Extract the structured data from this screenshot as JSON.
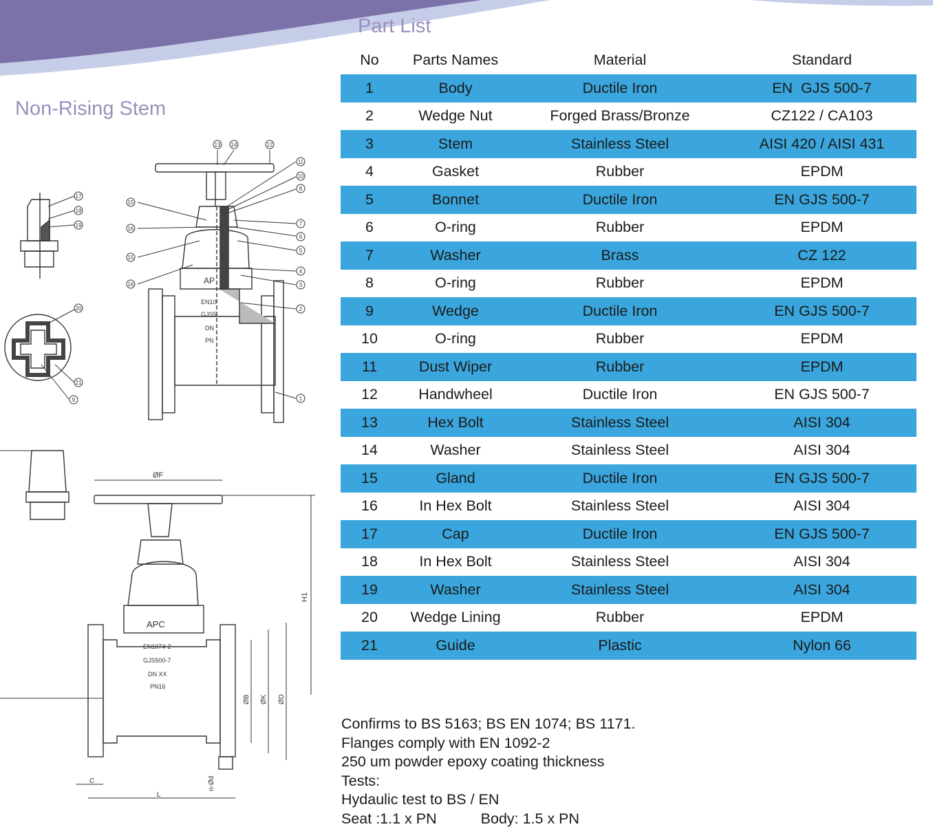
{
  "left_title": "Non-Rising Stem",
  "table": {
    "title": "Part List",
    "headers": [
      "No",
      "Parts Names",
      "Material",
      "Standard"
    ],
    "rows": [
      {
        "no": "1",
        "name": "Body",
        "material": "Ductile Iron",
        "standard": "EN  GJS 500-7"
      },
      {
        "no": "2",
        "name": "Wedge Nut",
        "material": "Forged Brass/Bronze",
        "standard": "CZ122 / CA103"
      },
      {
        "no": "3",
        "name": "Stem",
        "material": "Stainless Steel",
        "standard": "AISI 420 / AISI 431"
      },
      {
        "no": "4",
        "name": "Gasket",
        "material": "Rubber",
        "standard": "EPDM"
      },
      {
        "no": "5",
        "name": "Bonnet",
        "material": "Ductile Iron",
        "standard": "EN GJS 500-7"
      },
      {
        "no": "6",
        "name": "O-ring",
        "material": "Rubber",
        "standard": "EPDM"
      },
      {
        "no": "7",
        "name": "Washer",
        "material": "Brass",
        "standard": "CZ 122"
      },
      {
        "no": "8",
        "name": "O-ring",
        "material": "Rubber",
        "standard": "EPDM"
      },
      {
        "no": "9",
        "name": "Wedge",
        "material": "Ductile Iron",
        "standard": "EN GJS 500-7"
      },
      {
        "no": "10",
        "name": "O-ring",
        "material": "Rubber",
        "standard": "EPDM"
      },
      {
        "no": "11",
        "name": "Dust Wiper",
        "material": "Rubber",
        "standard": "EPDM"
      },
      {
        "no": "12",
        "name": "Handwheel",
        "material": "Ductile Iron",
        "standard": "EN GJS 500-7"
      },
      {
        "no": "13",
        "name": "Hex Bolt",
        "material": "Stainless Steel",
        "standard": "AISI 304"
      },
      {
        "no": "14",
        "name": "Washer",
        "material": "Stainless Steel",
        "standard": "AISI 304"
      },
      {
        "no": "15",
        "name": "Gland",
        "material": "Ductile Iron",
        "standard": "EN GJS 500-7"
      },
      {
        "no": "16",
        "name": "In Hex Bolt",
        "material": "Stainless Steel",
        "standard": "AISI 304"
      },
      {
        "no": "17",
        "name": "Cap",
        "material": "Ductile Iron",
        "standard": "EN GJS 500-7"
      },
      {
        "no": "18",
        "name": "In Hex Bolt",
        "material": "Stainless Steel",
        "standard": "AISI 304"
      },
      {
        "no": "19",
        "name": "Washer",
        "material": "Stainless Steel",
        "standard": "AISI 304"
      },
      {
        "no": "20",
        "name": "Wedge Lining",
        "material": "Rubber",
        "standard": "EPDM"
      },
      {
        "no": "21",
        "name": "Guide",
        "material": "Plastic",
        "standard": "Nylon 66"
      }
    ]
  },
  "notes": {
    "line1": "Confirms to BS 5163; BS EN 1074; BS 1171.",
    "line2": "Flanges comply with EN 1092-2",
    "line3": "250 um powder epoxy coating thickness",
    "line4": "Tests:",
    "line5": "Hydaulic test to BS / EN",
    "seat": "Seat :1.1 x PN",
    "body": "Body: 1.5 x PN"
  },
  "drawing": {
    "callouts": [
      "1",
      "2",
      "3",
      "4",
      "5",
      "6",
      "7",
      "8",
      "9",
      "10",
      "11",
      "12",
      "13",
      "14",
      "15",
      "16",
      "17",
      "18",
      "19",
      "20",
      "21"
    ],
    "left_callouts": [
      "15",
      "16",
      "15",
      "16"
    ],
    "body_markings": [
      "EN1074-2",
      "GJS500-7",
      "DN XX",
      "PN16"
    ],
    "logo": "APC",
    "dimensions": [
      "ØF",
      "H1",
      "ØB",
      "ØK",
      "ØD",
      "n-Ød",
      "C",
      "L"
    ]
  },
  "colors": {
    "accent_purple": "#9c8fbe",
    "row_blue": "#3aa6dd",
    "banner_dark": "#7a72a8",
    "banner_light": "#c6cde8"
  }
}
